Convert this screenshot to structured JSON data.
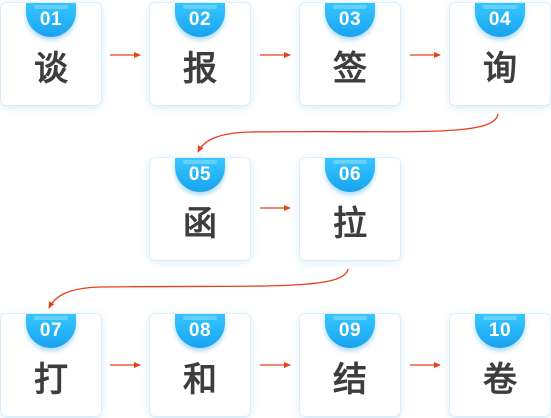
{
  "steps": [
    {
      "num": "01",
      "label": "谈"
    },
    {
      "num": "02",
      "label": "报"
    },
    {
      "num": "03",
      "label": "签"
    },
    {
      "num": "04",
      "label": "询"
    },
    {
      "num": "05",
      "label": "函"
    },
    {
      "num": "06",
      "label": "拉"
    },
    {
      "num": "07",
      "label": "打"
    },
    {
      "num": "08",
      "label": "和"
    },
    {
      "num": "09",
      "label": "结"
    },
    {
      "num": "10",
      "label": "卷"
    }
  ],
  "colors": {
    "badge": "#1ea8f0",
    "arrow": "#e8401c",
    "text": "#3d3d3d"
  }
}
